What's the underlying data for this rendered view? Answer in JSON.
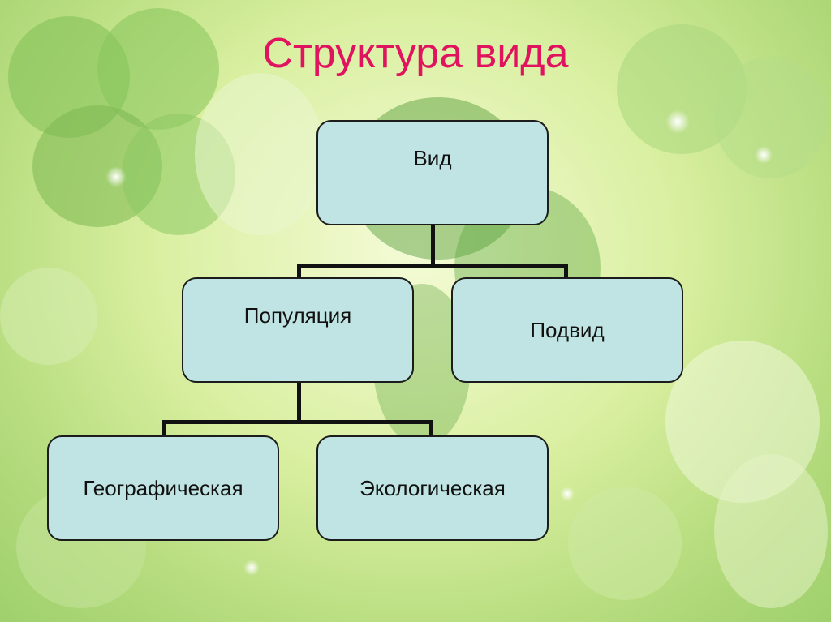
{
  "slide": {
    "title": "Структура вида"
  },
  "diagram": {
    "root": "Вид",
    "level1": [
      "Популяция",
      "Подвид"
    ],
    "level2": [
      "Географическая",
      "Экологическая"
    ]
  },
  "colors": {
    "title": "#e0135e",
    "node_fill": "#bfe4e3",
    "node_border": "#1c1c1c",
    "background": "#d9efa0"
  }
}
